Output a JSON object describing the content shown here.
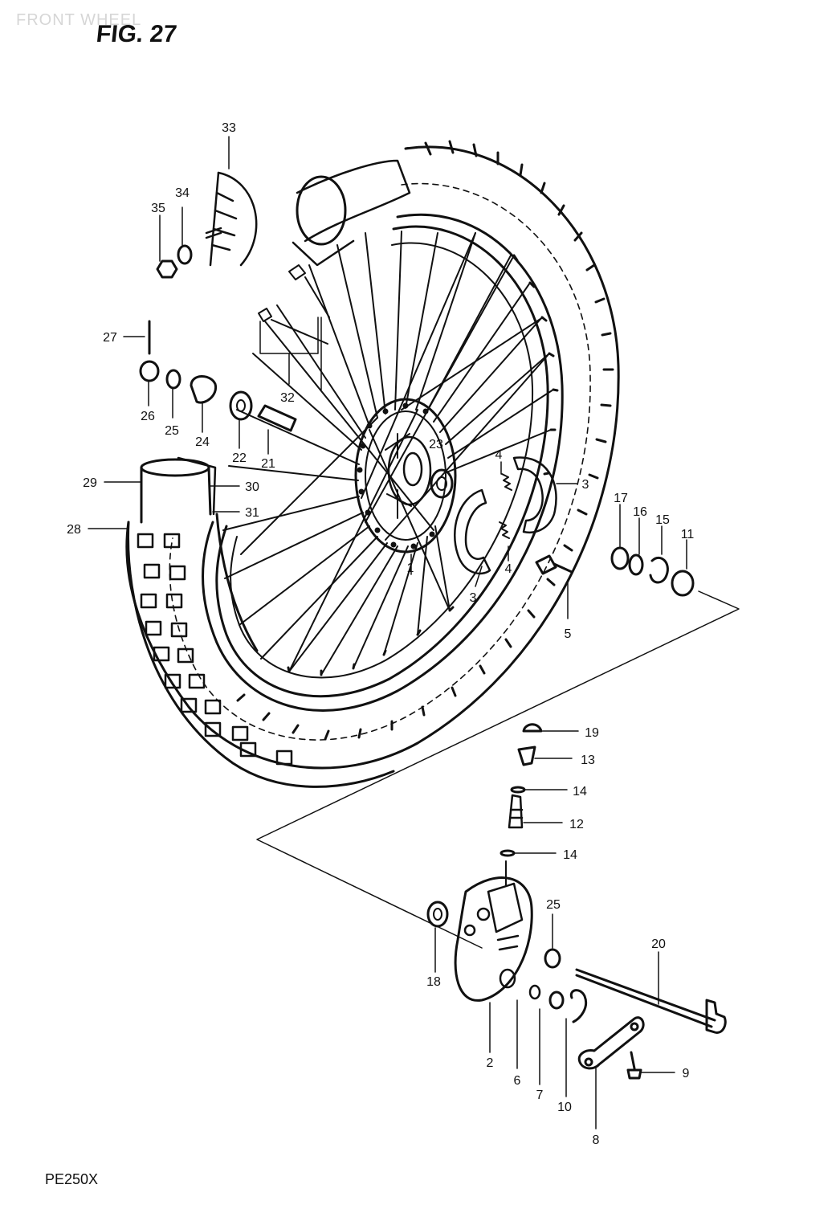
{
  "header": {
    "ghost_title": "FRONT WHEEL",
    "figure_label": "FIG. 27"
  },
  "footer": {
    "model": "PE250X"
  },
  "callouts": [
    {
      "id": "c1",
      "text": "33"
    },
    {
      "id": "c2",
      "text": "34"
    },
    {
      "id": "c3",
      "text": "35"
    },
    {
      "id": "c4",
      "text": "27"
    },
    {
      "id": "c5",
      "text": "26"
    },
    {
      "id": "c6",
      "text": "25"
    },
    {
      "id": "c7",
      "text": "24"
    },
    {
      "id": "c8",
      "text": "22"
    },
    {
      "id": "c9",
      "text": "21"
    },
    {
      "id": "c10",
      "text": "32"
    },
    {
      "id": "c11",
      "text": "23"
    },
    {
      "id": "c12",
      "text": "29"
    },
    {
      "id": "c13",
      "text": "30"
    },
    {
      "id": "c14",
      "text": "31"
    },
    {
      "id": "c15",
      "text": "28"
    },
    {
      "id": "c16",
      "text": "4"
    },
    {
      "id": "c17",
      "text": "4"
    },
    {
      "id": "c18",
      "text": "3"
    },
    {
      "id": "c19",
      "text": "3"
    },
    {
      "id": "c20",
      "text": "1"
    },
    {
      "id": "c21",
      "text": "5"
    },
    {
      "id": "c22",
      "text": "17"
    },
    {
      "id": "c23",
      "text": "16"
    },
    {
      "id": "c24",
      "text": "15"
    },
    {
      "id": "c25",
      "text": "11"
    },
    {
      "id": "c26",
      "text": "19"
    },
    {
      "id": "c27",
      "text": "13"
    },
    {
      "id": "c28",
      "text": "14"
    },
    {
      "id": "c29",
      "text": "12"
    },
    {
      "id": "c30",
      "text": "14"
    },
    {
      "id": "c31",
      "text": "25"
    },
    {
      "id": "c32",
      "text": "20"
    },
    {
      "id": "c33",
      "text": "18"
    },
    {
      "id": "c34",
      "text": "2"
    },
    {
      "id": "c35",
      "text": "6"
    },
    {
      "id": "c36",
      "text": "7"
    },
    {
      "id": "c37",
      "text": "10"
    },
    {
      "id": "c38",
      "text": "9"
    },
    {
      "id": "c39",
      "text": "8"
    }
  ],
  "colors": {
    "ink": "#111111",
    "paper": "#ffffff"
  }
}
